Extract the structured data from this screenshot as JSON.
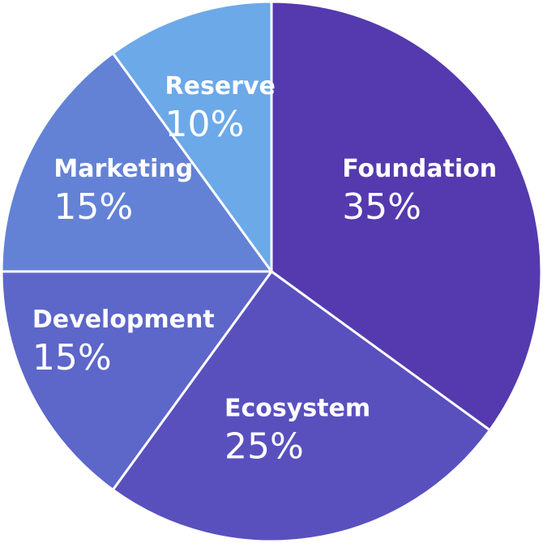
{
  "chart_data": {
    "type": "pie",
    "start_angle_deg": 0,
    "direction": "clockwise",
    "slices": [
      {
        "label": "Foundation",
        "value": 35,
        "value_label": "35%",
        "color": "#543AAE"
      },
      {
        "label": "Ecosystem",
        "value": 25,
        "value_label": "25%",
        "color": "#5950BE"
      },
      {
        "label": "Development",
        "value": 15,
        "value_label": "15%",
        "color": "#5D66C9"
      },
      {
        "label": "Marketing",
        "value": 15,
        "value_label": "15%",
        "color": "#6382D6"
      },
      {
        "label": "Reserve",
        "value": 10,
        "value_label": "10%",
        "color": "#6CA9E9"
      }
    ]
  }
}
